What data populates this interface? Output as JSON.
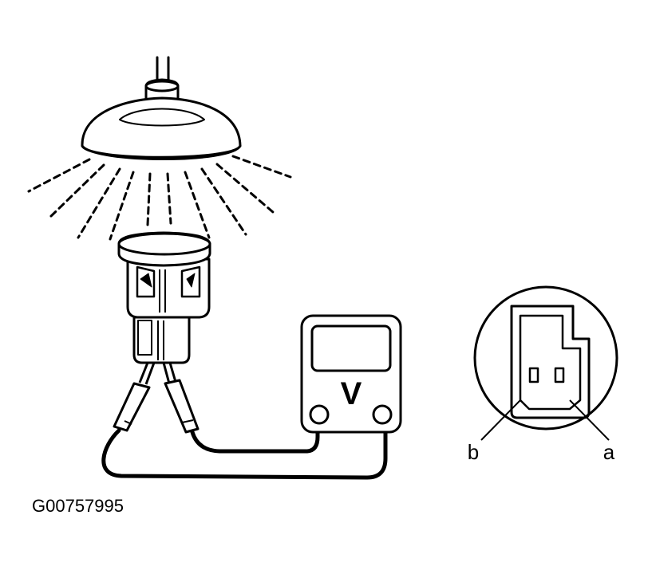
{
  "figure": {
    "code": "G00757995",
    "meter_symbol": "V",
    "connector_labels": {
      "a": "a",
      "b": "b"
    }
  },
  "colors": {
    "ink": "#000000",
    "paper": "#ffffff"
  },
  "icons": [
    "lamp-icon",
    "sensor-icon",
    "voltmeter-icon",
    "connector-icon"
  ]
}
